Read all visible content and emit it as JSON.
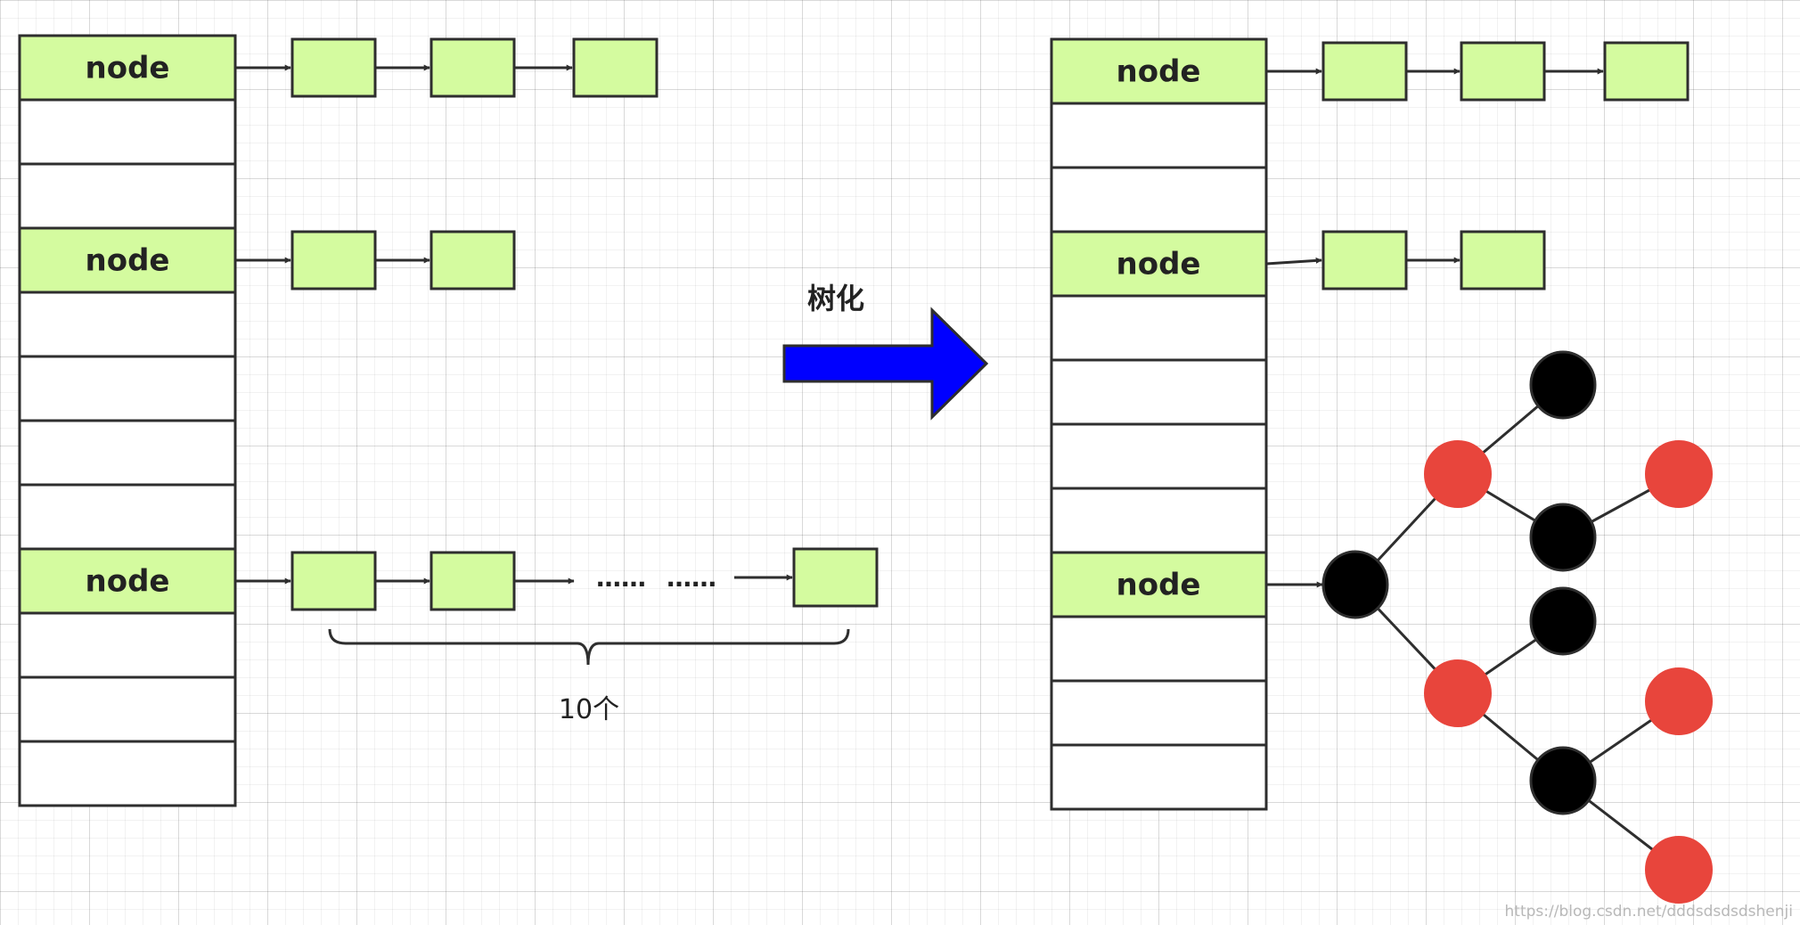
{
  "colors": {
    "cell_fill": "#ffffff",
    "node_fill": "#d4fb9f",
    "stroke": "#2e2e2e",
    "arrow_fill": "#0000ff",
    "tree_black": "#000000",
    "tree_red": "#e8453c"
  },
  "left": {
    "node_labels": [
      "node",
      "node",
      "node"
    ],
    "ellipsis": [
      "……",
      "……"
    ],
    "count_label": "10个"
  },
  "transform": {
    "label": "树化"
  },
  "right": {
    "node_labels": [
      "node",
      "node",
      "node"
    ],
    "tree": {
      "nodes": [
        {
          "id": "root",
          "color": "black"
        },
        {
          "id": "r1",
          "color": "red"
        },
        {
          "id": "r2",
          "color": "red"
        },
        {
          "id": "b1",
          "color": "black"
        },
        {
          "id": "b2",
          "color": "black"
        },
        {
          "id": "b3",
          "color": "black"
        },
        {
          "id": "b4",
          "color": "black"
        },
        {
          "id": "r3",
          "color": "red"
        },
        {
          "id": "r4",
          "color": "red"
        },
        {
          "id": "r5",
          "color": "red"
        }
      ],
      "edges": [
        [
          "root",
          "r1"
        ],
        [
          "root",
          "r2"
        ],
        [
          "r1",
          "b1"
        ],
        [
          "r1",
          "b2"
        ],
        [
          "b2",
          "r3"
        ],
        [
          "r2",
          "b3"
        ],
        [
          "r2",
          "b4"
        ],
        [
          "b4",
          "r4"
        ],
        [
          "b4",
          "r5"
        ]
      ]
    }
  },
  "watermark": "https://blog.csdn.net/dddsdsdsdshenji"
}
